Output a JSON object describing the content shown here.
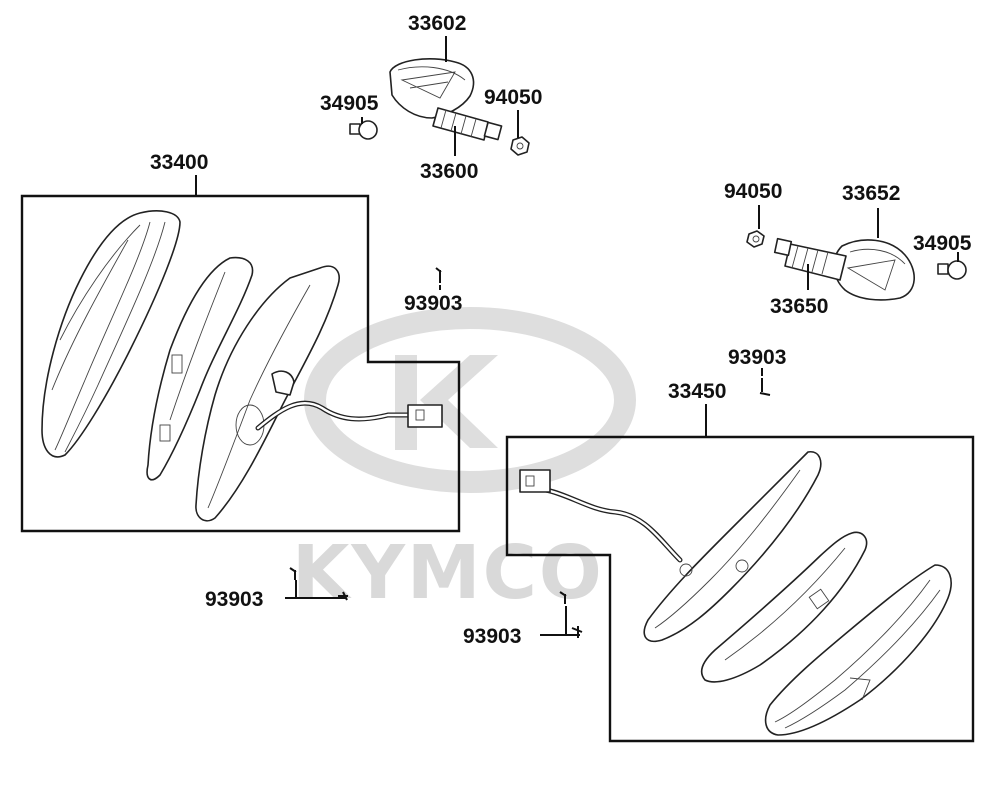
{
  "watermark": {
    "brand": "KYMCO"
  },
  "callouts": [
    {
      "id": "33602",
      "text": "33602"
    },
    {
      "id": "34905-a",
      "text": "34905"
    },
    {
      "id": "94050-a",
      "text": "94050"
    },
    {
      "id": "33600",
      "text": "33600"
    },
    {
      "id": "33400",
      "text": "33400"
    },
    {
      "id": "94050-b",
      "text": "94050"
    },
    {
      "id": "33652",
      "text": "33652"
    },
    {
      "id": "34905-b",
      "text": "34905"
    },
    {
      "id": "93903-a",
      "text": "93903"
    },
    {
      "id": "33650",
      "text": "33650"
    },
    {
      "id": "93903-b",
      "text": "93903"
    },
    {
      "id": "33450",
      "text": "33450"
    },
    {
      "id": "93903-c",
      "text": "93903"
    },
    {
      "id": "93903-d",
      "text": "93903"
    }
  ]
}
